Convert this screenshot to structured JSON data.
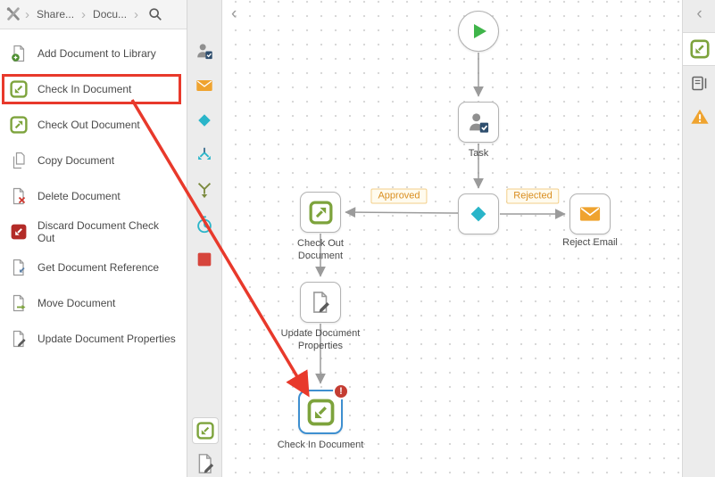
{
  "breadcrumb": {
    "items": [
      "Share...",
      "Docu..."
    ]
  },
  "icons": {
    "collapse_chevron": "‹",
    "breadcrumb_tools": "tools-icon",
    "breadcrumb_search": "search-icon",
    "strip": [
      "user-task-icon",
      "email-icon",
      "decision-icon",
      "split-icon",
      "merge-icon",
      "timer-icon",
      "stop-icon",
      "check-in-document-icon",
      "update-document-icon"
    ],
    "right_panel": [
      "check-in-document-icon",
      "properties-panel-icon",
      "warning-icon"
    ]
  },
  "sidebar": {
    "items": [
      {
        "label": "Add Document to Library",
        "icon": "add-document-icon"
      },
      {
        "label": "Check In Document",
        "icon": "check-in-document-icon",
        "highlighted": true
      },
      {
        "label": "Check Out Document",
        "icon": "check-out-document-icon"
      },
      {
        "label": "Copy Document",
        "icon": "copy-document-icon"
      },
      {
        "label": "Delete Document",
        "icon": "delete-document-icon"
      },
      {
        "label": "Discard Document Check Out",
        "icon": "discard-check-out-icon"
      },
      {
        "label": "Get Document Reference",
        "icon": "get-document-reference-icon"
      },
      {
        "label": "Move Document",
        "icon": "move-document-icon"
      },
      {
        "label": "Update Document Properties",
        "icon": "update-document-properties-icon"
      }
    ]
  },
  "canvas": {
    "nodes": {
      "start": {
        "type": "start"
      },
      "task": {
        "label": "Task"
      },
      "decision": {
        "type": "decision"
      },
      "checkout": {
        "label": "Check Out Document"
      },
      "reject": {
        "label": "Reject Email"
      },
      "update": {
        "label": "Update Document Properties"
      },
      "checkin": {
        "label": "Check In Document",
        "selected": true,
        "error_badge": "!"
      }
    },
    "edge_labels": {
      "approved": "Approved",
      "rejected": "Rejected"
    }
  },
  "colors": {
    "green": "#7da33c",
    "start_green": "#3fb54a",
    "teal": "#2ab5c9",
    "orange": "#efa32f",
    "red": "#d6453c",
    "dark_red": "#b32b27",
    "selection_blue": "#3e8fd0",
    "annotation_red": "#e8392b",
    "label_orange": "#d98e1f"
  }
}
